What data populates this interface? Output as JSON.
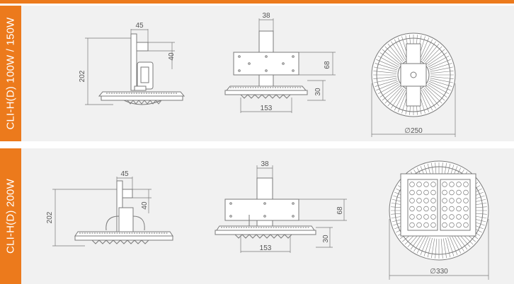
{
  "colors": {
    "accent": "#ec7a1c",
    "panel": "#f1f1f1",
    "line": "#7a7a7a"
  },
  "models": [
    {
      "label": "CLI-H(D) 100W / 150W",
      "side_view": {
        "width": "45",
        "offset": "40",
        "height": "202"
      },
      "front_view": {
        "width": "38",
        "bracket": "68",
        "base_height": "30",
        "base_width": "153"
      },
      "diameter_view": {
        "diameter": "∅250"
      }
    },
    {
      "label": "CLI-H(D) 200W",
      "side_view": {
        "width": "45",
        "offset": "40",
        "height": "202"
      },
      "front_view": {
        "width": "38",
        "bracket": "68",
        "base_height": "30",
        "base_width": "153"
      },
      "diameter_view": {
        "diameter": "∅330"
      }
    }
  ]
}
